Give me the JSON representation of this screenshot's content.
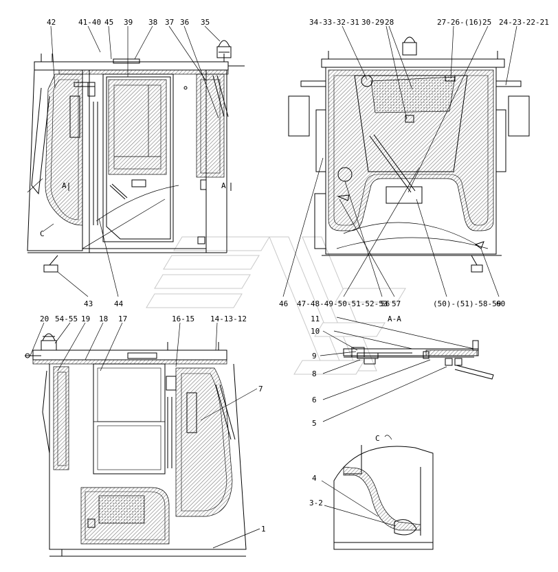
{
  "callouts": {
    "top_left": [
      "42",
      "41-40",
      "45",
      "39",
      "38",
      "37",
      "36",
      "35"
    ],
    "top_left_bottom": [
      "43",
      "44",
      "46"
    ],
    "top_right": [
      "34-33-32-31",
      "30-29",
      "28",
      "27-26-(16)",
      "25",
      "24-23-22-21"
    ],
    "top_right_bottom": [
      "47-48-49-50-51-52-53",
      "56",
      "57",
      "(50)-(51)-58-59",
      "60"
    ],
    "bottom_left": [
      "20",
      "54-55",
      "19",
      "18",
      "17",
      "16-15",
      "14-13-12",
      "7",
      "1"
    ],
    "section_aa": [
      "A-A",
      "11",
      "10",
      "9",
      "8",
      "6",
      "5"
    ],
    "detail_c": [
      "C",
      "4",
      "3-2"
    ],
    "markers": {
      "a_left": "A",
      "a_right": "A",
      "c": "C"
    }
  }
}
